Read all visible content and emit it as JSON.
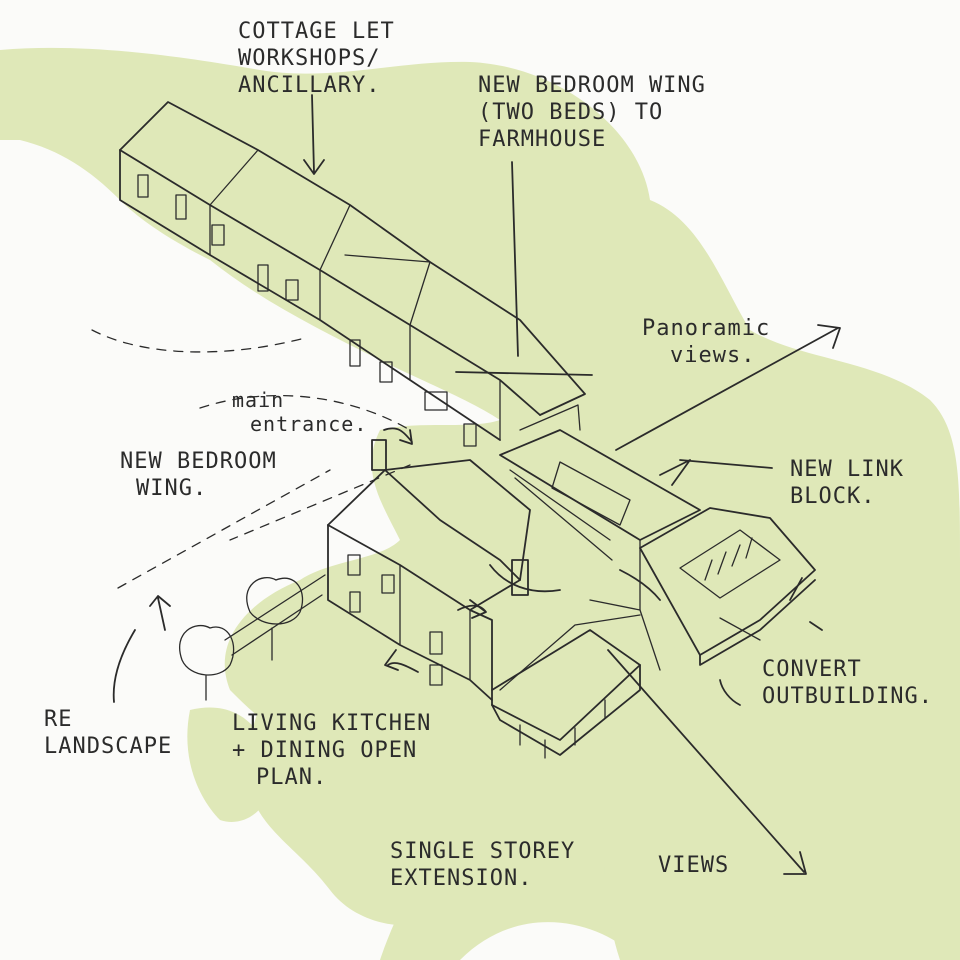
{
  "colors": {
    "wash": "#dfe8b8",
    "ink": "#2b2b2b",
    "paper": "#fbfbf9"
  },
  "annotations": {
    "cottage_let": [
      "COTTAGE LET",
      "WORKSHOPS/",
      "ANCILLARY."
    ],
    "new_bedroom_wing_top": [
      "NEW BEDROOM WING",
      "(TWO BEDS) TO",
      "FARMHOUSE"
    ],
    "panoramic_views": [
      "Panoramic",
      "views."
    ],
    "main_entrance": [
      "main",
      "entrance."
    ],
    "new_bedroom_wing_left": [
      "NEW BEDROOM",
      "WING."
    ],
    "new_link_block": [
      "NEW LINK",
      "BLOCK."
    ],
    "convert_outbuilding": [
      "CONVERT",
      "OUTBUILDING."
    ],
    "re_landscape": [
      "RE",
      "LANDSCAPE"
    ],
    "living_kitchen": [
      "LIVING KITCHEN",
      "+ DINING OPEN",
      "PLAN."
    ],
    "single_storey": [
      "SINGLE STOREY",
      "EXTENSION."
    ],
    "views": [
      "VIEWS"
    ]
  }
}
